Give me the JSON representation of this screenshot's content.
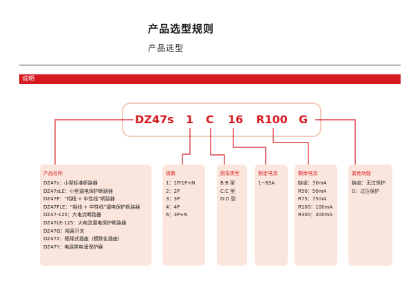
{
  "header": {
    "title": "产品选型规则",
    "subtitle": "产品选型"
  },
  "section": {
    "label": "说明"
  },
  "code": {
    "parts": [
      "DZ47s",
      "1",
      "C",
      "16",
      "R100",
      "G"
    ]
  },
  "boxes": [
    {
      "title": "产品名称",
      "lines": [
        "DZ47s：小型标准断路器",
        "DZ47sLE：小型漏电保护断路器",
        "DZ47P：“相线 + 中性线”断路器",
        "DZ47PLE：“相线 + 中性线”漏电保护断路器",
        "DZ47-125：大电流断路器",
        "DZ47LE-125：大电流漏电保护断路器",
        "DZ47G：隔离开关",
        "DZ47X：框缘式插座（模数化插座）",
        "DZ47Y：电源类电涌保护器"
      ]
    },
    {
      "title": "极数",
      "lines": [
        "1：1P/1P+N",
        "2：2P",
        "3：3P",
        "4：4P",
        "6：3P+N"
      ]
    },
    {
      "title": "脱扣类型",
      "lines": [
        "B:B 型",
        "C:C 型",
        "D:D 型"
      ]
    },
    {
      "title": "额定电流",
      "lines": [
        "1~63A"
      ]
    },
    {
      "title": "剩余电流",
      "lines": [
        "缺省：30mA",
        "R50：50mA",
        "R75：75mA",
        "R100：100mA",
        "R300：300mA"
      ]
    },
    {
      "title": "其他功能",
      "lines": [
        "缺省：无过保护",
        "G：过压保护"
      ]
    }
  ],
  "colors": {
    "accent": "#d71920",
    "box_fill": "#fbe6dd",
    "code_border": "#f3c9b8"
  }
}
